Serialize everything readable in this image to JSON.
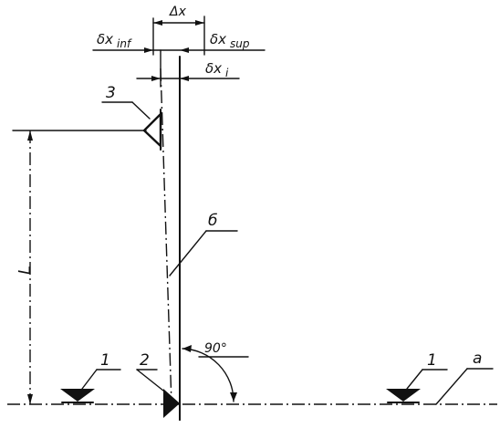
{
  "labels": {
    "delta_x": "Δx",
    "delta_x_inf": "δx",
    "delta_x_inf_sub": "inf",
    "delta_x_sup": "δx",
    "delta_x_sup_sub": "sup",
    "delta_x_i": "δx",
    "delta_x_i_sub": "i",
    "callout_3": "3",
    "callout_2": "2",
    "callout_1_left": "1",
    "callout_1_right": "1",
    "callout_b": "б",
    "callout_a": "а",
    "length": "L",
    "angle": "90°"
  }
}
